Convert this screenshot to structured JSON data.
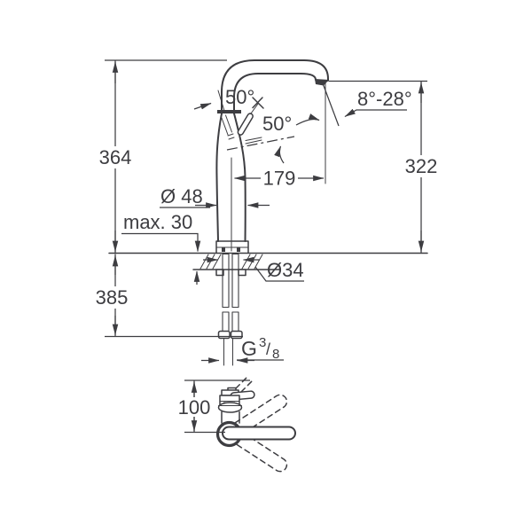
{
  "meta": {
    "description": "Technical dimension drawing of a tall single-lever basin mixer tap (side elevation with spout, counter cross-section, supply hoses, and front view of handle swing)"
  },
  "colors": {
    "background": "#ffffff",
    "line": "#3d3d41"
  },
  "labels": {
    "total_height": "364",
    "below_counter_length": "385",
    "max_counter_thickness": "max. 30",
    "body_diameter": "Ø 48",
    "handle_angle_upper": "50°",
    "handle_angle_lower": "50°",
    "spout_outlet_angle_range": "8°-28°",
    "spout_reach": "179",
    "outlet_height": "322",
    "hole_diameter": "Ø34",
    "thread_g": "G",
    "thread_numerator": "3",
    "thread_slash": "/",
    "thread_denominator": "8",
    "handle_clearance_height": "100"
  }
}
